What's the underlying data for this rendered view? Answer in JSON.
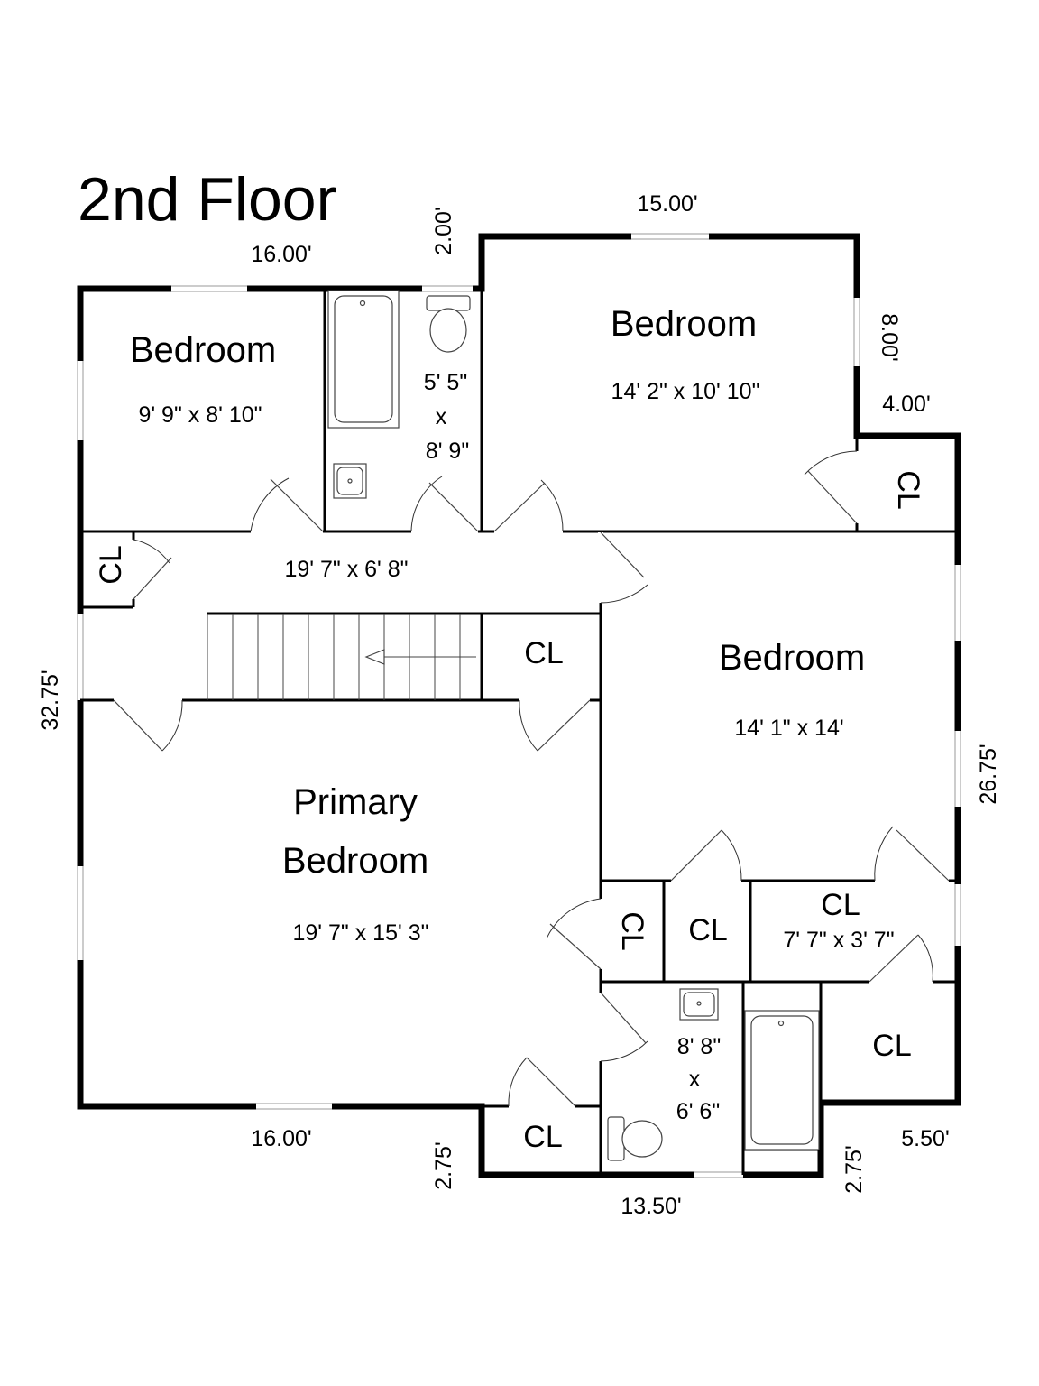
{
  "title": "2nd Floor",
  "rooms": {
    "bedroom_nw": {
      "label": "Bedroom",
      "size": "9' 9\" x 8' 10\""
    },
    "bedroom_ne": {
      "label": "Bedroom",
      "size": "14' 2\" x 10' 10\""
    },
    "bedroom_e": {
      "label": "Bedroom",
      "size": "14' 1\" x 14'"
    },
    "primary": {
      "label_line1": "Primary",
      "label_line2": "Bedroom",
      "size": "19' 7\" x 15' 3\""
    },
    "hall": {
      "size": "19' 7\" x 6' 8\""
    },
    "bath_top": {
      "line1": "5' 5\"",
      "line2": "x",
      "line3": "8' 9\""
    },
    "bath_bottom": {
      "line1": "8' 8\"",
      "line2": "x",
      "line3": "6' 6\""
    },
    "closet_wide": {
      "label": "CL",
      "size": "7' 7\" x 3' 7\""
    }
  },
  "closet_label": "CL",
  "dimensions": {
    "top_left": "16.00'",
    "top_notch": "2.00'",
    "top_right": "15.00'",
    "right_upper": "8.00'",
    "right_step": "4.00'",
    "left": "32.75'",
    "right": "26.75'",
    "bottom_left": "16.00'",
    "bottom_notch_left": "2.75'",
    "bottom_mid": "13.50'",
    "bottom_notch_right": "2.75'",
    "bottom_right": "5.50'"
  }
}
